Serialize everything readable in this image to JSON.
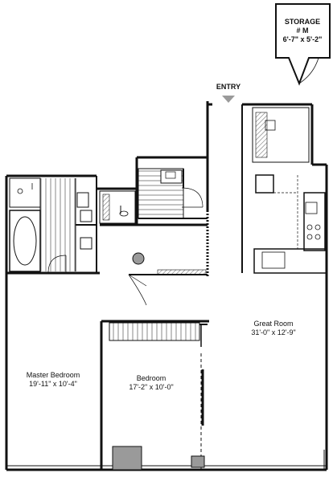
{
  "storage": {
    "title": "STORAGE",
    "number": "# M",
    "dimensions": "6'-7\" x 5'-2\""
  },
  "entry": {
    "label": "ENTRY"
  },
  "rooms": {
    "great_room": {
      "name": "Great Room",
      "dimensions": "31'-0\" x 12'-9\""
    },
    "master_bedroom": {
      "name": "Master Bedroom",
      "dimensions": "19'-11\" x 10'-4\""
    },
    "bedroom": {
      "name": "Bedroom",
      "dimensions": "17'-2\" x 10'-0\""
    }
  },
  "colors": {
    "wall": "#111111",
    "hatch": "#8a8a8a",
    "entry_marker": "#9a9a9a"
  }
}
